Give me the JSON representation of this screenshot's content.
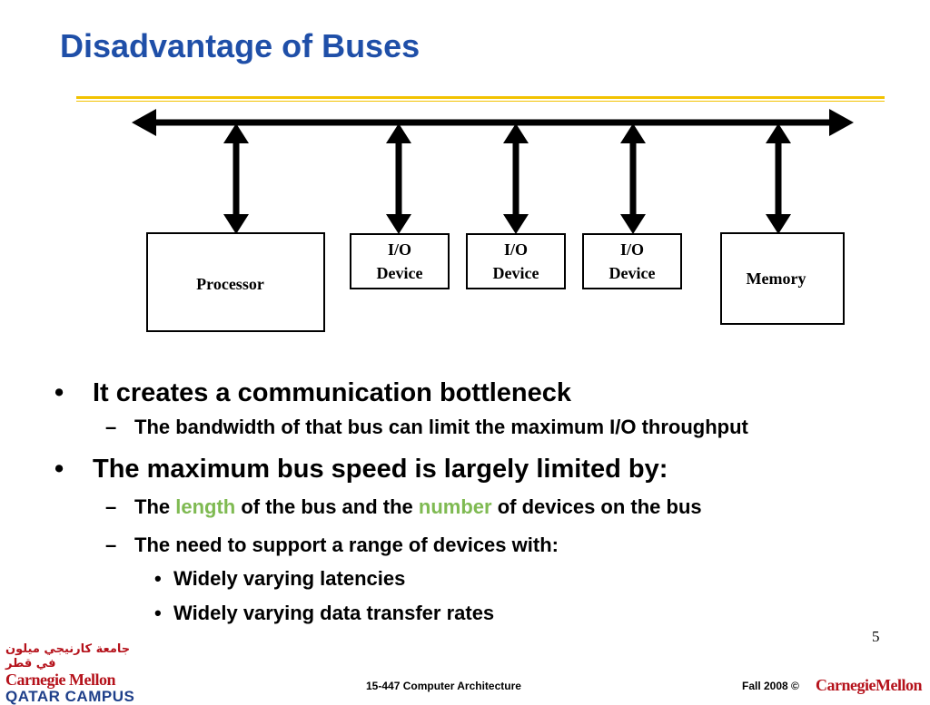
{
  "slide": {
    "title": "Disadvantage of Buses",
    "page_number": "5"
  },
  "diagram": {
    "boxes": [
      {
        "id": "processor",
        "label": "Processor"
      },
      {
        "id": "io1",
        "label_line1": "I/O",
        "label_line2": "Device"
      },
      {
        "id": "io2",
        "label_line1": "I/O",
        "label_line2": "Device"
      },
      {
        "id": "io3",
        "label_line1": "I/O",
        "label_line2": "Device"
      },
      {
        "id": "memory",
        "label": "Memory"
      }
    ]
  },
  "bullets": {
    "b1": "It creates a communication bottleneck",
    "b1_sub1": "The bandwidth of that bus can limit the maximum I/O throughput",
    "b2": "The maximum bus speed is largely limited by:",
    "b2_sub1_part1": "The ",
    "b2_sub1_highlight1": "length",
    "b2_sub1_part2": " of the bus and the ",
    "b2_sub1_highlight2": "number",
    "b2_sub1_part3": " of devices on the bus",
    "b2_sub2": "The need to support a range of devices with:",
    "b2_sub2_item1": "Widely varying latencies",
    "b2_sub2_item2": "Widely varying data transfer rates",
    "bullet_mark": "•",
    "dash_mark": "–",
    "highlight_color": "#7fba52"
  },
  "footer": {
    "course": "15-447  Computer Architecture",
    "term": "Fall 2008 ©",
    "brand": "CarnegieMellon",
    "logo_arabic": "جامعة كارنيجي ميلون في قطر",
    "logo_cm": "Carnegie Mellon",
    "logo_qatar": "QATAR CAMPUS"
  },
  "colors": {
    "title": "#1f4fa8",
    "rule": "#f2c200",
    "brand_red": "#b5121b",
    "brand_blue": "#1e3f8a"
  }
}
